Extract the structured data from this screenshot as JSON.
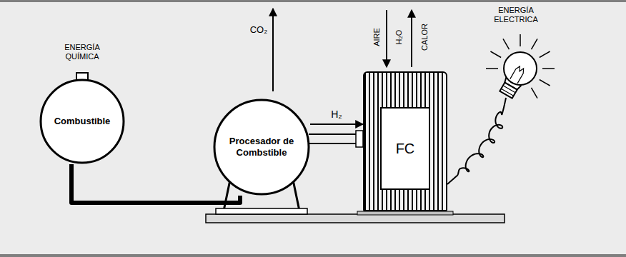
{
  "diagram": {
    "nodes": [
      {
        "text": [
          "Combustible"
        ]
      },
      {
        "text": [
          "Procesador de Combstible"
        ]
      },
      {
        "text": [
          "FC"
        ]
      }
    ],
    "edges": [
      {
        "from": 0,
        "to": 1,
        "arrow": "none"
      },
      {
        "from": 1,
        "to": 2,
        "label": "H₂",
        "arrow": "to"
      }
    ],
    "labels": [
      "ENERGÍA QUÍMICA",
      "CO₂",
      "AIRE",
      "H₂O",
      "CALOR",
      "ENERGÍA ELECTRICA"
    ]
  }
}
